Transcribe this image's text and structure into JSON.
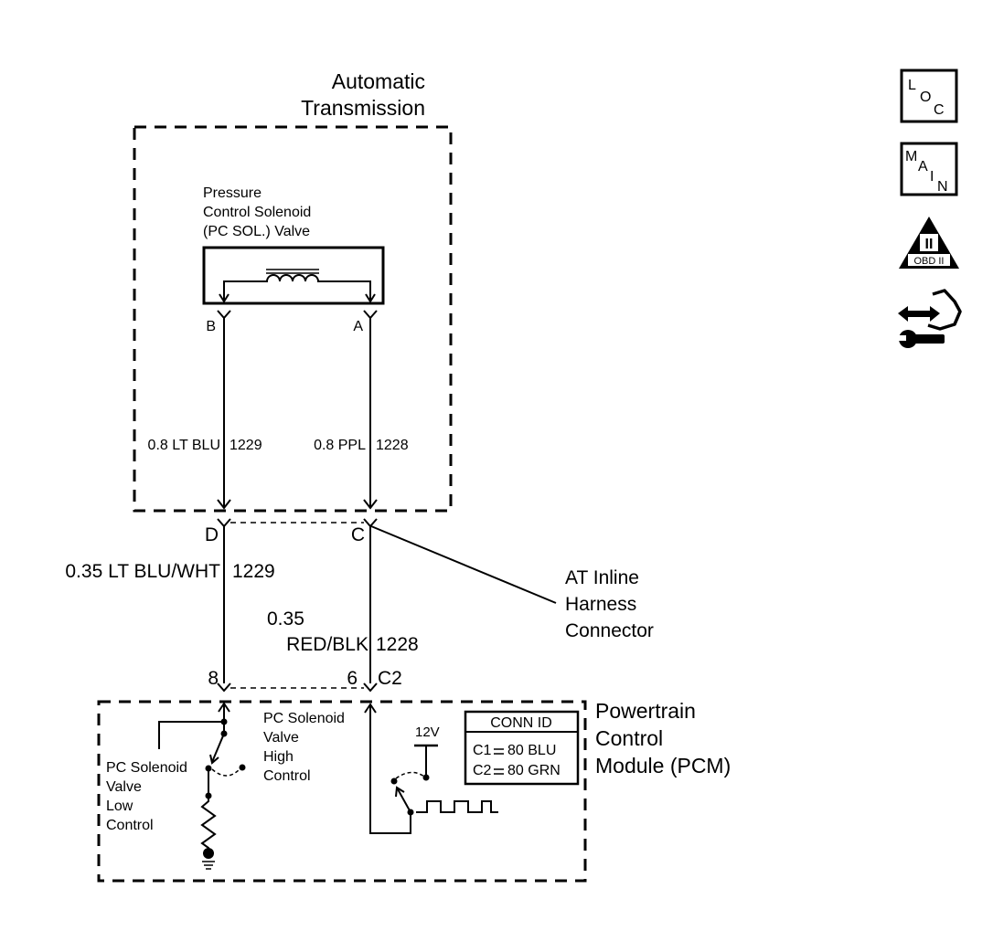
{
  "transmission": {
    "title_line1": "Automatic",
    "title_line2": "Transmission"
  },
  "solenoid": {
    "label_line1": "Pressure",
    "label_line2": "Control Solenoid",
    "label_line3": "(PC SOL.) Valve",
    "pin_b": "B",
    "pin_a": "A"
  },
  "wires_internal": {
    "left": {
      "gauge_color": "0.8 LT BLU",
      "circuit": "1229"
    },
    "right": {
      "gauge_color": "0.8 PPL",
      "circuit": "1228"
    }
  },
  "inline_connector": {
    "pin_d": "D",
    "pin_c": "C",
    "label_line1": "AT Inline",
    "label_line2": "Harness",
    "label_line3": "Connector"
  },
  "wires_external": {
    "left": {
      "gauge_color": "0.35 LT BLU/WHT",
      "circuit": "1229"
    },
    "right": {
      "gauge_line1": "0.35",
      "color": "RED/BLK",
      "circuit": "1228"
    }
  },
  "pcm": {
    "pin_8": "8",
    "pin_6": "6",
    "connector": "C2",
    "title_line1": "Powertrain",
    "title_line2": "Control",
    "title_line3": "Module (PCM)",
    "high_control_line1": "PC Solenoid",
    "high_control_line2": "Valve",
    "high_control_line3": "High",
    "high_control_line4": "Control",
    "low_control_line1": "PC Solenoid",
    "low_control_line2": "Valve",
    "low_control_line3": "Low",
    "low_control_line4": "Control",
    "voltage": "12V"
  },
  "conn_id": {
    "header": "CONN ID",
    "c1_left": "C1",
    "c1_right": "80 BLU",
    "c2_left": "C2",
    "c2_right": "80 GRN"
  },
  "nav": {
    "loc": {
      "l": "L",
      "o": "O",
      "c": "C"
    },
    "main": {
      "m": "M",
      "a": "A",
      "i": "I",
      "n": "N"
    },
    "obd": {
      "roman": "II",
      "label": "OBD II"
    },
    "icons": [
      "loc-icon",
      "main-icon",
      "obd-ii-icon",
      "service-icon"
    ]
  }
}
